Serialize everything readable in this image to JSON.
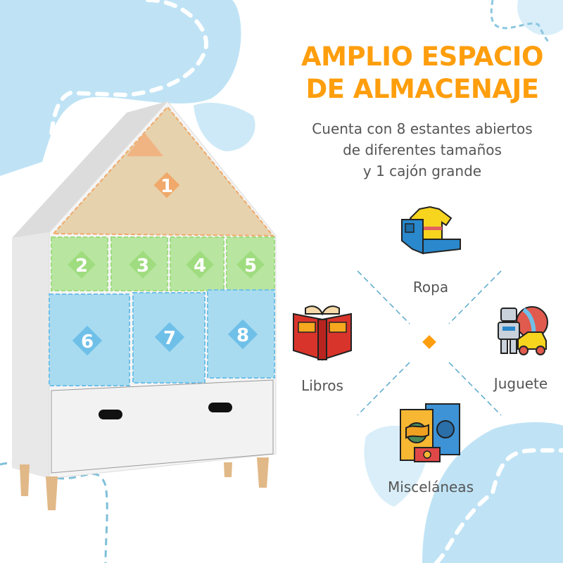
{
  "heading": {
    "line1": "AMPLIO ESPACIO",
    "line2": "DE ALMACENAJE",
    "color": "#ff9e0d"
  },
  "subheading": {
    "line1": "Cuenta con 8 estantes abiertos",
    "line2": "de diferentes tamaños",
    "line3": "y 1 cajón grande"
  },
  "shelf": {
    "compartments": [
      {
        "number": "1",
        "zone": "roof",
        "color": "#f0a96a"
      },
      {
        "number": "2",
        "zone": "middle",
        "color": "#9fdc7f"
      },
      {
        "number": "3",
        "zone": "middle",
        "color": "#9fdc7f"
      },
      {
        "number": "4",
        "zone": "middle",
        "color": "#9fdc7f"
      },
      {
        "number": "5",
        "zone": "middle",
        "color": "#9fdc7f"
      },
      {
        "number": "6",
        "zone": "lower",
        "color": "#6fc0e8"
      },
      {
        "number": "7",
        "zone": "lower",
        "color": "#6fc0e8"
      },
      {
        "number": "8",
        "zone": "lower",
        "color": "#6fc0e8"
      }
    ],
    "drawer_count": 1
  },
  "categories": [
    {
      "label": "Ropa",
      "icon": "clothes-icon"
    },
    {
      "label": "Libros",
      "icon": "book-icon"
    },
    {
      "label": "Juguete",
      "icon": "toys-icon"
    },
    {
      "label": "Misceláneas",
      "icon": "snacks-icon"
    }
  ],
  "colors": {
    "accent": "#ff9e0d",
    "blob": "#bfe3f5",
    "blob_light": "#d9eef9",
    "dash": "#5aa9cc"
  }
}
